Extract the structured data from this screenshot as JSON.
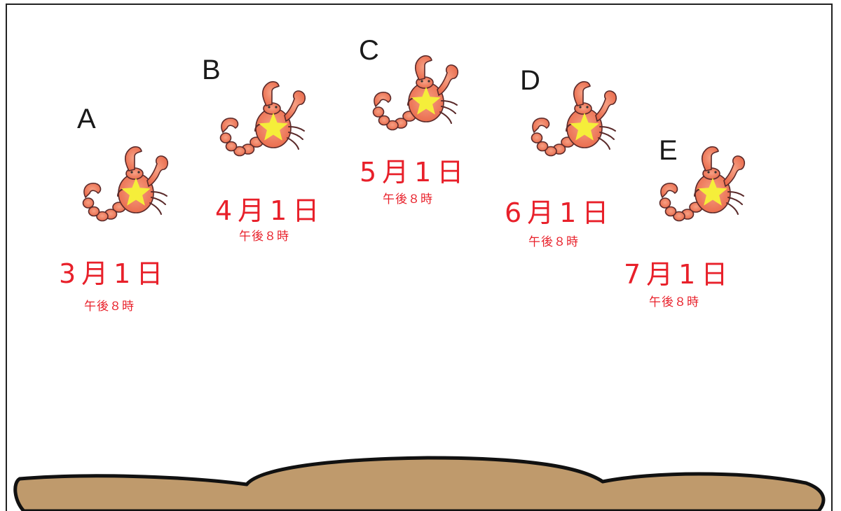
{
  "colors": {
    "date_text": "#e8202a",
    "label_text": "#1a1a1a",
    "ground": "#bf9a6c",
    "scorpion_body": "#f07c5e",
    "star": "#f5ee3a"
  },
  "icons": {
    "scorpion": "scorpion-constellation-icon",
    "star": "star-icon"
  },
  "positions": [
    {
      "label": "A",
      "date": "3月1日",
      "time": "午後８時"
    },
    {
      "label": "B",
      "date": "4月1日",
      "time": "午後８時"
    },
    {
      "label": "C",
      "date": "5月1日",
      "time": "午後８時"
    },
    {
      "label": "D",
      "date": "6月1日",
      "time": "午後８時"
    },
    {
      "label": "E",
      "date": "7月1日",
      "time": "午後８時"
    }
  ]
}
